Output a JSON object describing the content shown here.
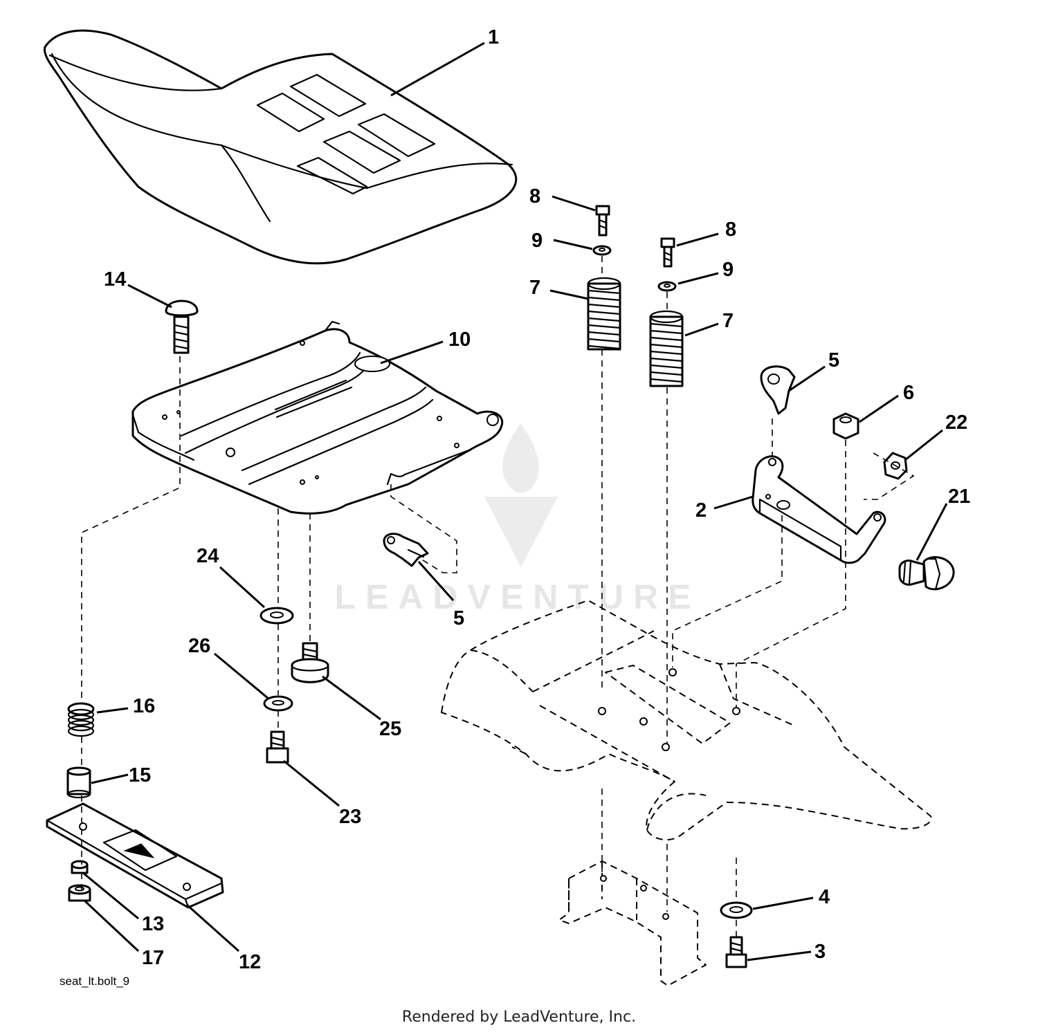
{
  "diagram": {
    "drawing_code": "seat_lt.bolt_9",
    "callouts": {
      "c1": "1",
      "c2": "2",
      "c3": "3",
      "c4": "4",
      "c5a": "5",
      "c5b": "5",
      "c6": "6",
      "c7a": "7",
      "c7b": "7",
      "c8a": "8",
      "c8b": "8",
      "c9a": "9",
      "c9b": "9",
      "c10": "10",
      "c12": "12",
      "c13": "13",
      "c14": "14",
      "c15": "15",
      "c16": "16",
      "c17": "17",
      "c21": "21",
      "c22": "22",
      "c23": "23",
      "c24": "24",
      "c25": "25",
      "c26": "26"
    }
  },
  "watermark": {
    "text": "LEADVENTURE"
  },
  "footer": {
    "text": "Rendered by LeadVenture, Inc."
  }
}
